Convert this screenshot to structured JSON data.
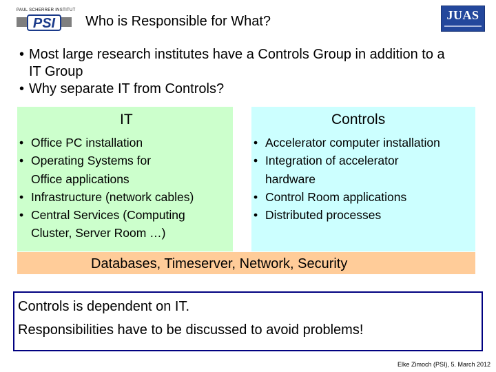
{
  "header": {
    "logo_left_text": "PAUL SCHERRER INSTITUT",
    "logo_left_mark": "PSI",
    "title": "Who is Responsible for What?",
    "logo_right_text": "JUAS"
  },
  "intro_bullets": [
    "Most large research institutes have a Controls Group in addition to a IT Group",
    "Why separate IT from Controls?"
  ],
  "it_box": {
    "heading": "IT",
    "items": [
      [
        "Office PC installation"
      ],
      [
        "Operating Systems for",
        "Office applications"
      ],
      [
        "Infrastructure (network cables)"
      ],
      [
        "Central Services (Computing",
        "Cluster, Server Room …)"
      ]
    ]
  },
  "controls_box": {
    "heading": "Controls",
    "items": [
      [
        "Accelerator computer installation"
      ],
      [
        "Integration of accelerator",
        "hardware"
      ],
      [
        "Control Room applications"
      ],
      [
        "Distributed processes"
      ]
    ]
  },
  "shared_bar": {
    "text": "Databases, Timeserver, Network, Security"
  },
  "note": {
    "line1": "Controls is dependent on IT.",
    "line2": "Responsibilities have to be discussed to avoid problems!"
  },
  "footer": {
    "text": "Elke Zimoch (PSI), 5. March 2012"
  },
  "colors": {
    "it_bg": "#ccffcc",
    "controls_bg": "#ccffff",
    "shared_bg": "#ffcc99",
    "note_border": "#000080",
    "juas_blue": "#23479c"
  },
  "icons": [
    "psi-logo",
    "juas-logo"
  ]
}
